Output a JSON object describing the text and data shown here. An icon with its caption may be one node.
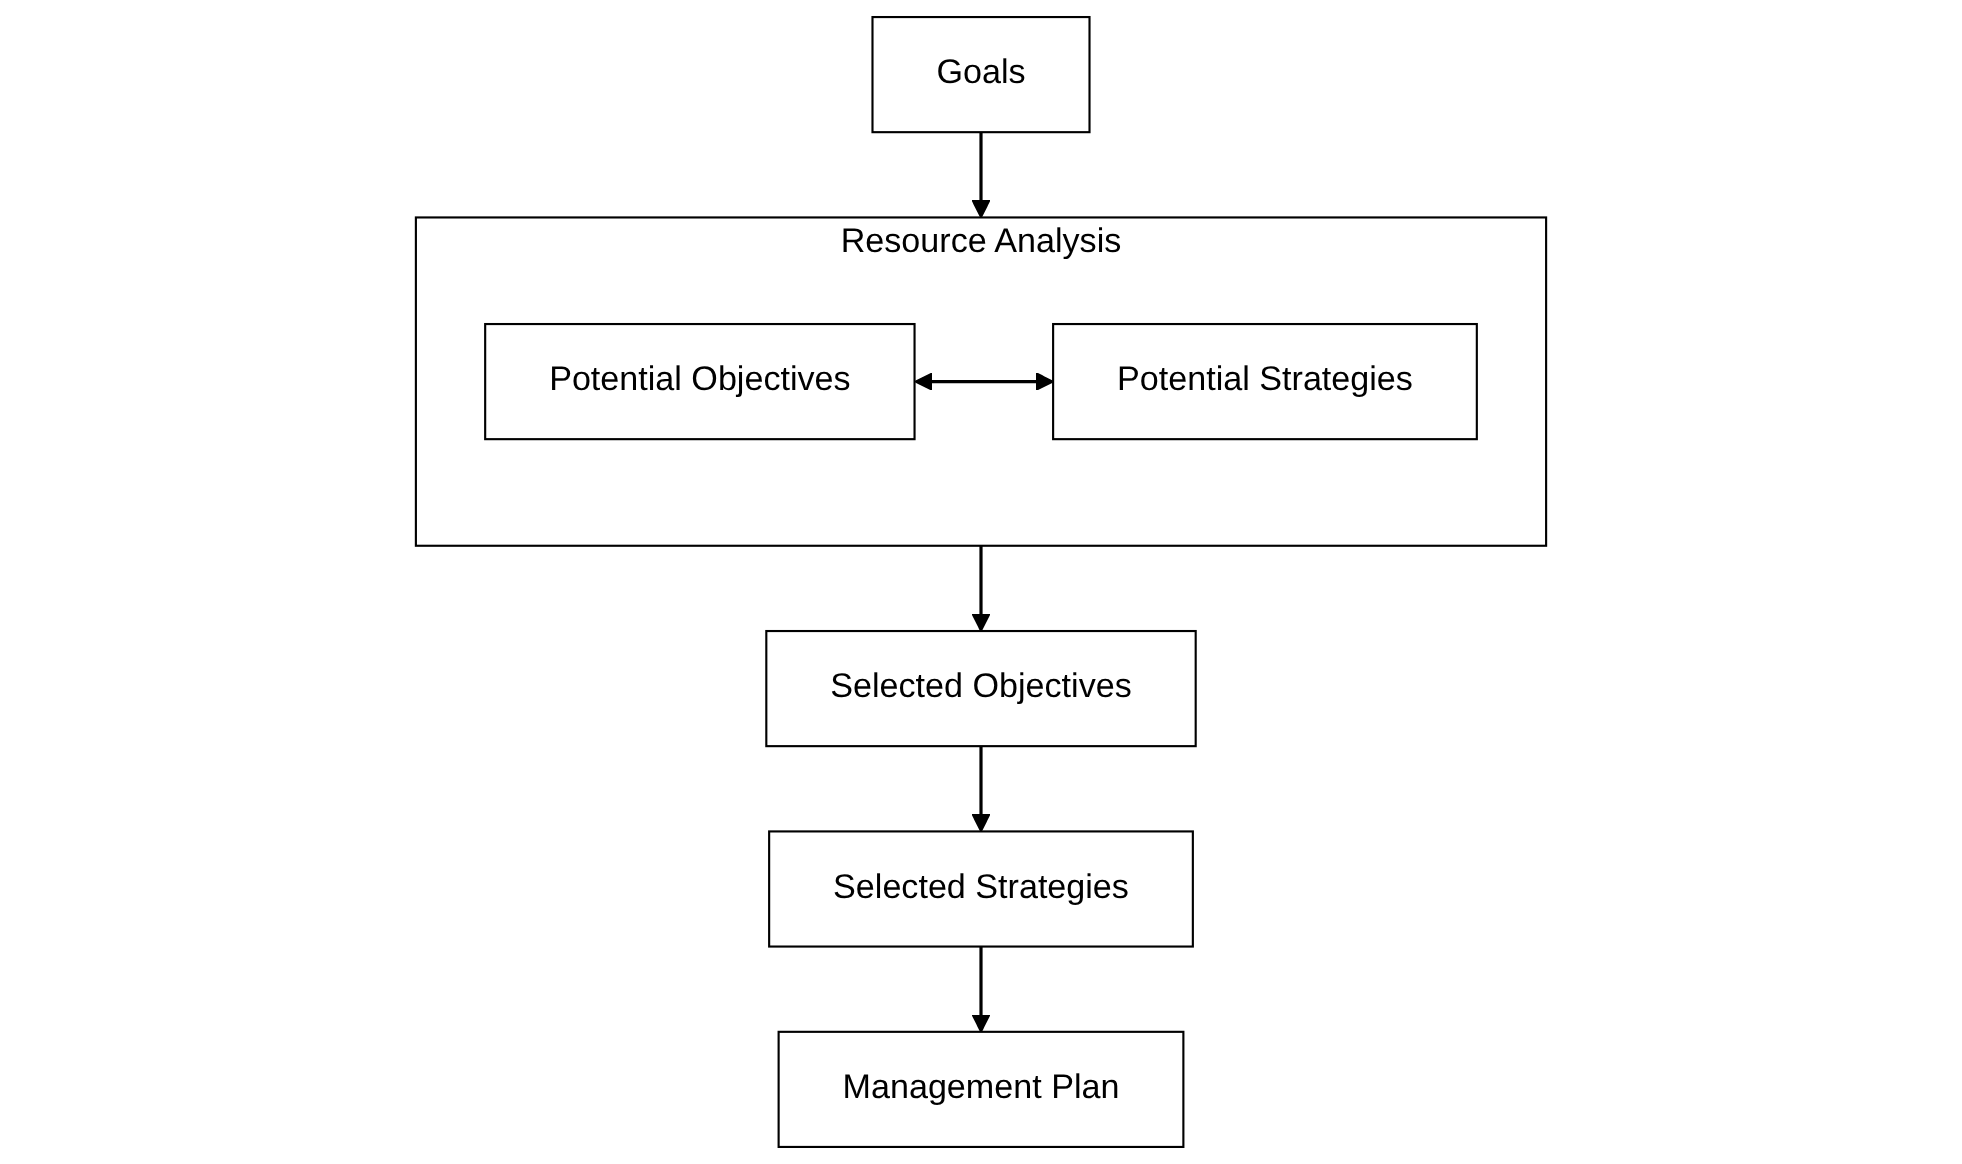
{
  "diagram": {
    "nodes": [
      {
        "text": [
          "Goals"
        ]
      },
      {
        "text": [
          "Resource Analysis"
        ]
      },
      {
        "text": [
          "Potential Objectives"
        ],
        "in": 1
      },
      {
        "text": [
          "Potential Strategies"
        ],
        "in": 1
      },
      {
        "text": [
          "Selected Objectives"
        ]
      },
      {
        "text": [
          "Selected Strategies"
        ]
      },
      {
        "text": [
          "Management Plan"
        ]
      }
    ],
    "edges": [
      {
        "from": 0,
        "to": 1,
        "arrow": "to"
      },
      {
        "from": 2,
        "to": 3,
        "arrow": "both"
      },
      {
        "from": 1,
        "to": 4,
        "arrow": "to"
      },
      {
        "from": 4,
        "to": 5,
        "arrow": "to"
      },
      {
        "from": 5,
        "to": 6,
        "arrow": "to"
      }
    ]
  }
}
